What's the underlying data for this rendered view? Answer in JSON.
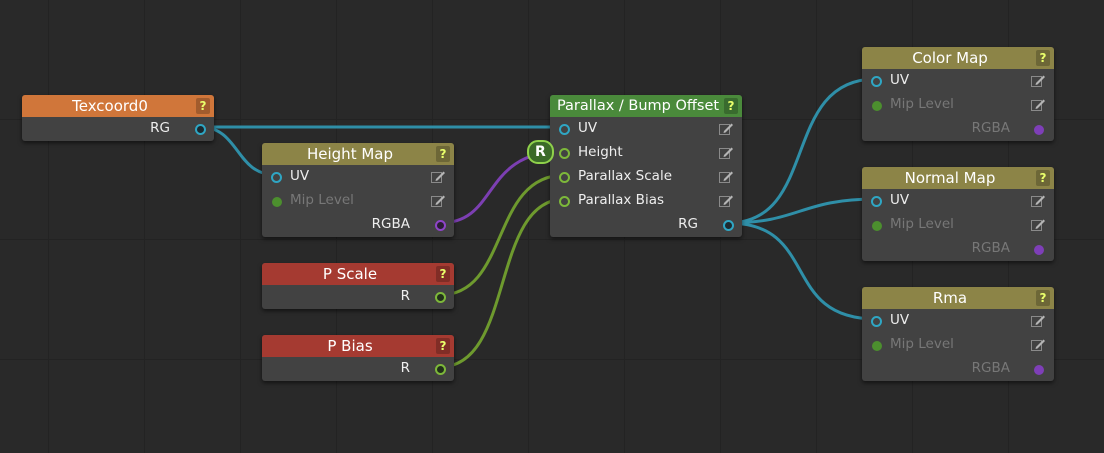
{
  "nodes": {
    "texcoord0": {
      "title": "Texcoord0",
      "help": "?",
      "output": "RG",
      "color": "#d0763a"
    },
    "height_map": {
      "title": "Height Map",
      "help": "?",
      "inputs": [
        "UV",
        "Mip Level"
      ],
      "output": "RGBA",
      "color": "#8c8447"
    },
    "p_scale": {
      "title": "P Scale",
      "help": "?",
      "output": "R",
      "color": "#a53a31"
    },
    "p_bias": {
      "title": "P Bias",
      "help": "?",
      "output": "R",
      "color": "#a53a31"
    },
    "parallax": {
      "title": "Parallax / Bump Offset",
      "help": "?",
      "inputs": [
        "UV",
        "Height",
        "Parallax Scale",
        "Parallax Bias"
      ],
      "output": "RG",
      "color": "#4a8a3b",
      "badge": "R"
    },
    "color_map": {
      "title": "Color Map",
      "help": "?",
      "inputs": [
        "UV",
        "Mip Level"
      ],
      "output": "RGBA",
      "color": "#8c8447"
    },
    "normal_map": {
      "title": "Normal Map",
      "help": "?",
      "inputs": [
        "UV",
        "Mip Level"
      ],
      "output": "RGBA",
      "color": "#8c8447"
    },
    "rma": {
      "title": "Rma",
      "help": "?",
      "inputs": [
        "UV",
        "Mip Level"
      ],
      "output": "RGBA",
      "color": "#8c8447"
    }
  },
  "colors": {
    "wire_uv": "#2f8fa8",
    "wire_float": "#6e9a2e",
    "wire_rgba": "#7c3fb2",
    "background": "#292929",
    "node_body": "#424242"
  },
  "icons": {
    "edit": "pencil-edit-icon",
    "help": "question-mark-icon"
  }
}
